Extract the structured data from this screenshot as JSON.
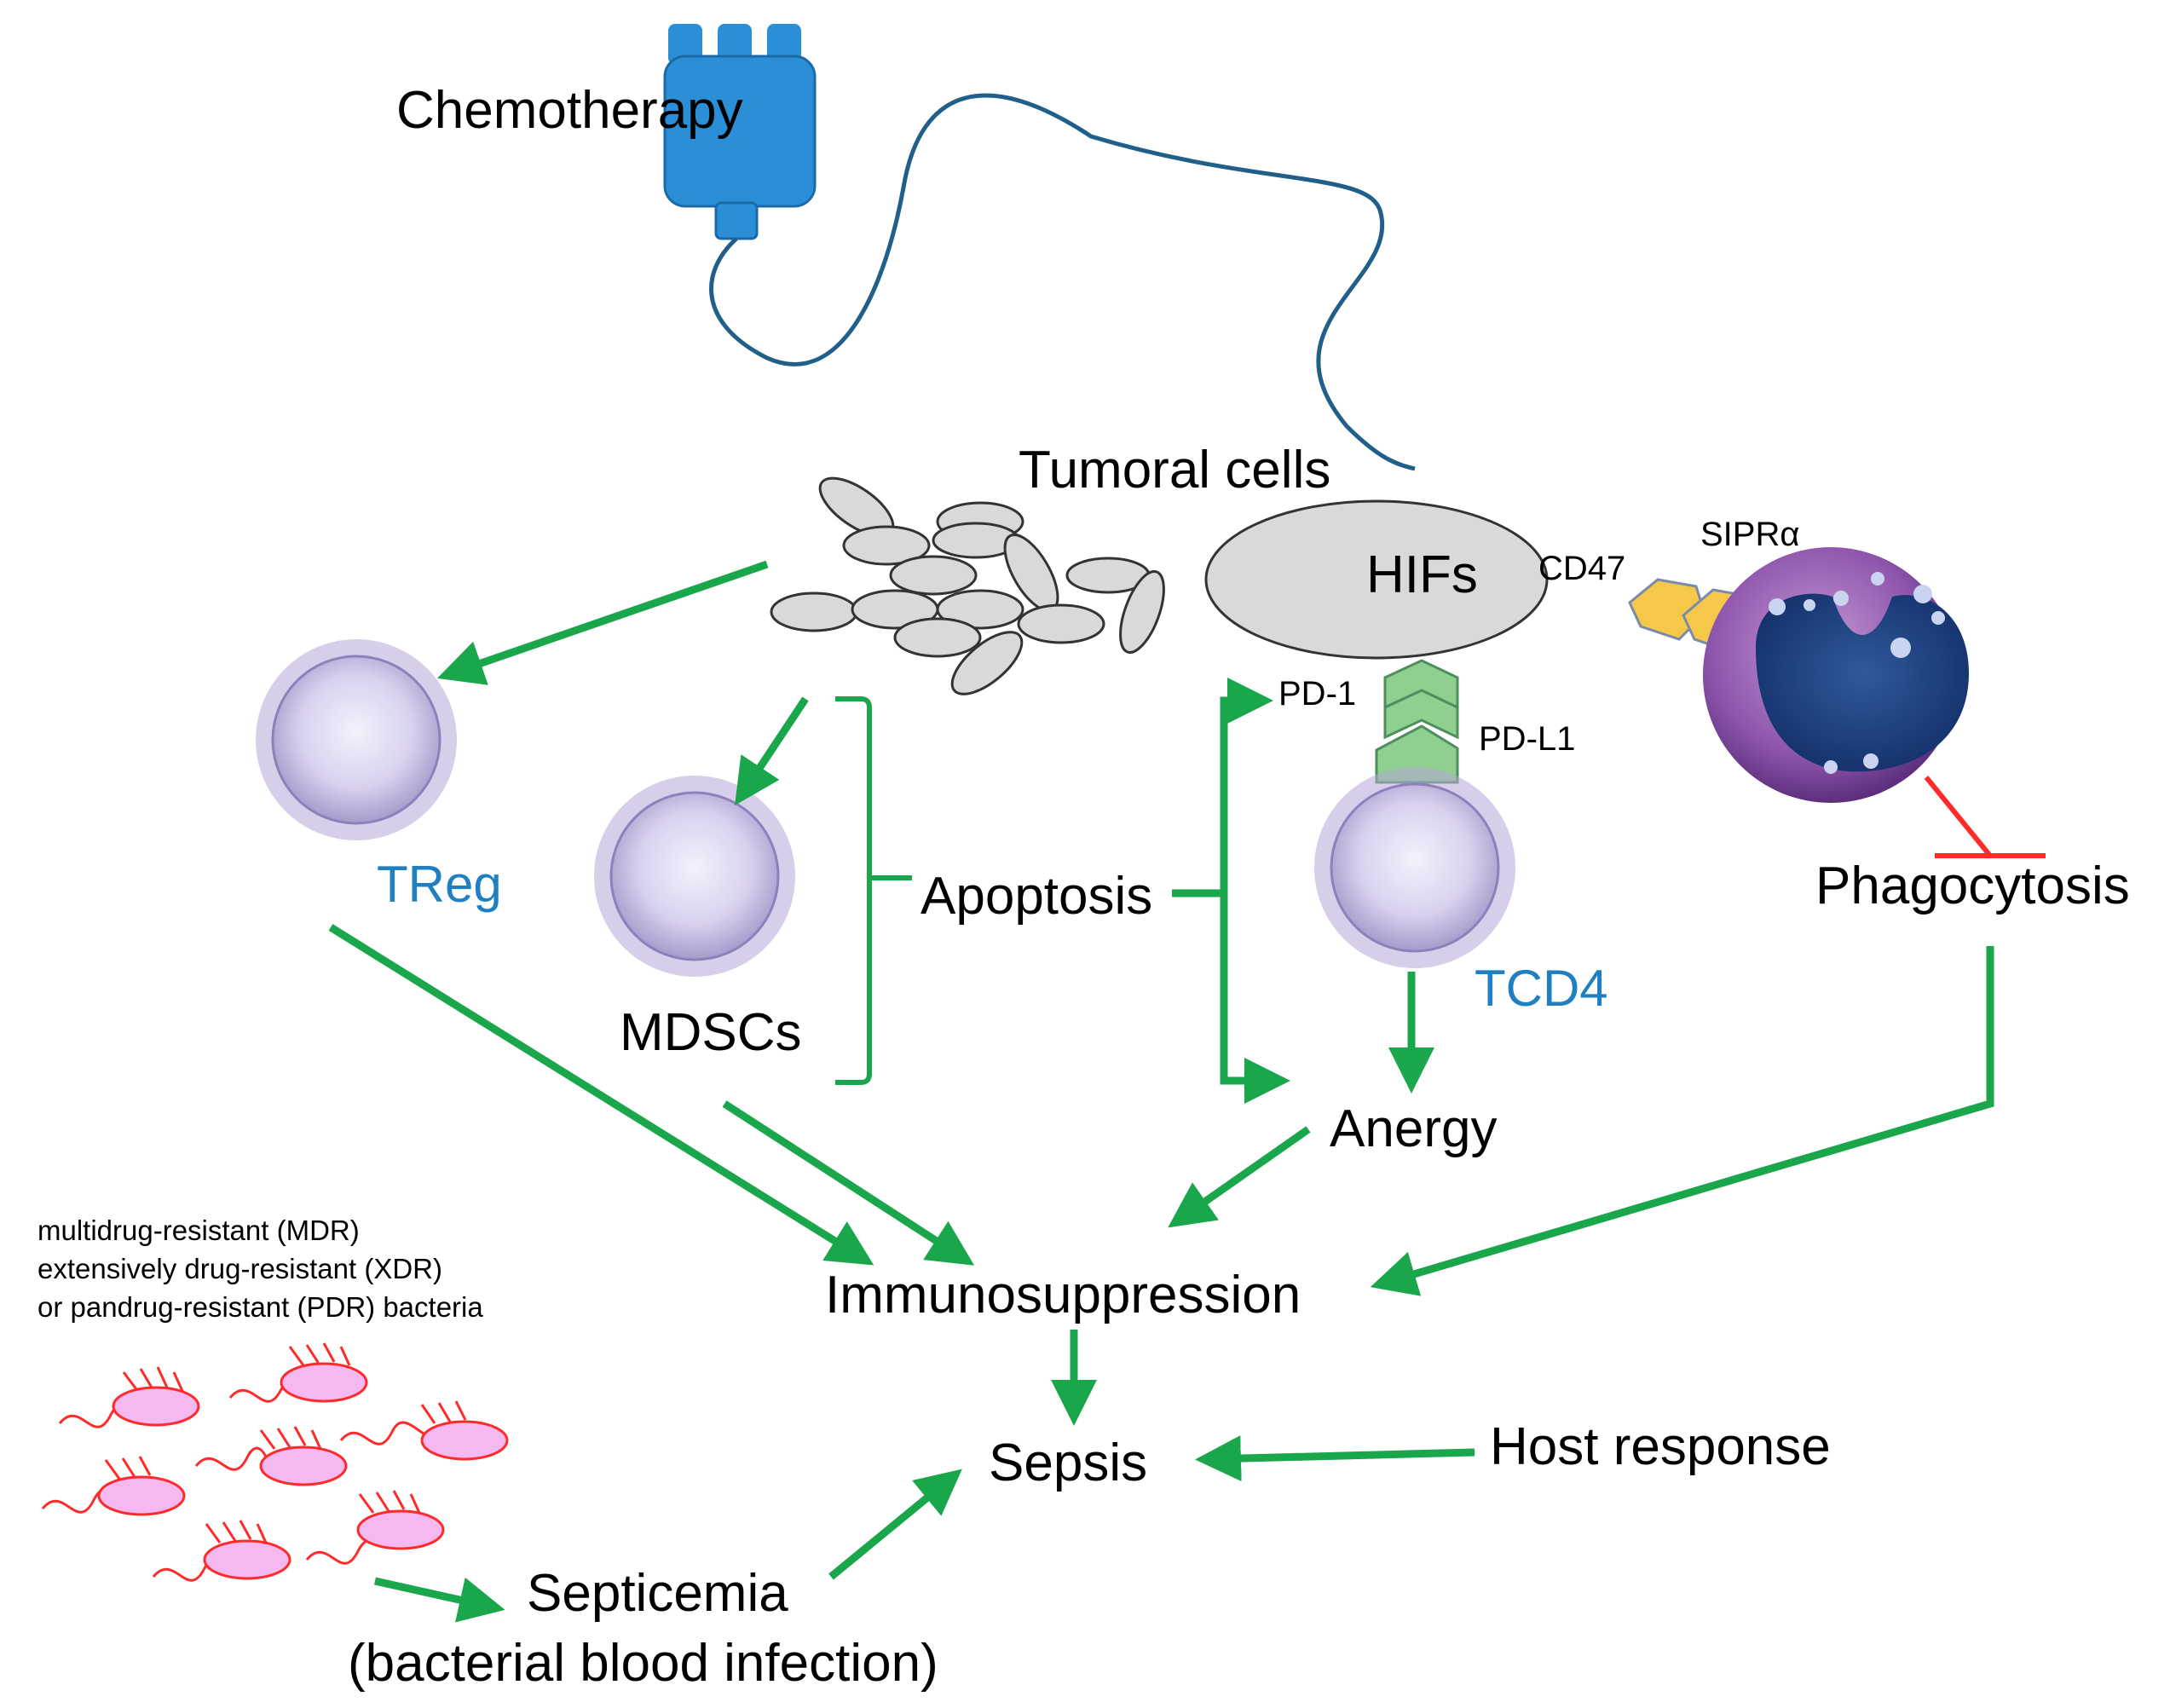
{
  "labels": {
    "chemotherapy": "Chemotherapy",
    "tumoral_cells": "Tumoral cells",
    "hifs": "HIFs",
    "cd47": "CD47",
    "siprα": "SIPRα",
    "pd1": "PD-1",
    "pdl1": "PD-L1",
    "treg": "TReg",
    "mdscs": "MDSCs",
    "apoptosis": "Apoptosis",
    "tcd4": "TCD4",
    "phagocytosis": "Phagocytosis",
    "anergy": "Anergy",
    "immunosuppression": "Immunosuppression",
    "sepsis": "Sepsis",
    "host_response": "Host response",
    "septicemia": "Septicemia",
    "septicemia_sub": "(bacterial blood infection)",
    "bacteria_line1": "multidrug-resistant (MDR)",
    "bacteria_line2": "extensively drug-resistant (XDR)",
    "bacteria_line3": "or pandrug-resistant (PDR) bacteria"
  },
  "colors": {
    "arrow": "#1aa64a",
    "inhibition": "#ff2a2a",
    "cell_label": "#1f7fc0",
    "iv_bag": "#2a8fd6",
    "tube": "#1f5f8a",
    "receptor_yellow": "#f5c84a",
    "receptor_green": "#8fcf8f",
    "bacteria_body": "#f5b8f0",
    "bacteria_outline": "#ff2a2a"
  }
}
